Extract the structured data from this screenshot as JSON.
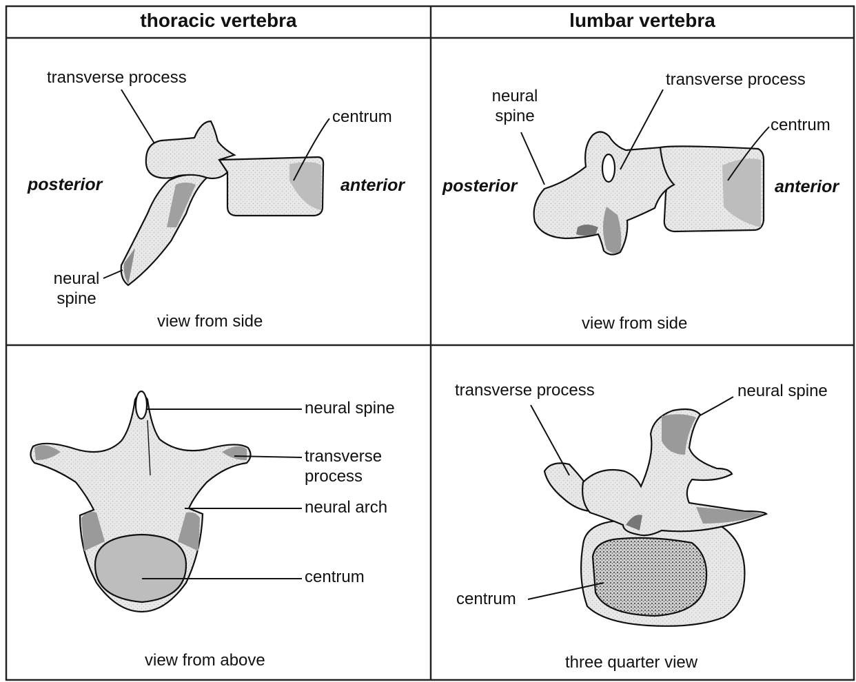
{
  "headers": {
    "thoracic": "thoracic vertebra",
    "lumbar": "lumbar vertebra"
  },
  "thoracic_side": {
    "transverse_process": "transverse process",
    "centrum": "centrum",
    "posterior": "posterior",
    "anterior": "anterior",
    "neural_spine_line1": "neural",
    "neural_spine_line2": "spine",
    "caption": "view from side"
  },
  "lumbar_side": {
    "neural_spine_line1": "neural",
    "neural_spine_line2": "spine",
    "transverse_process": "transverse process",
    "centrum": "centrum",
    "posterior": "posterior",
    "anterior": "anterior",
    "caption": "view from side"
  },
  "thoracic_above": {
    "neural_spine": "neural spine",
    "transverse_process_line1": "transverse",
    "transverse_process_line2": "process",
    "neural_arch": "neural arch",
    "centrum": "centrum",
    "caption": "view from above"
  },
  "lumbar_three_quarter": {
    "transverse_process": "transverse process",
    "neural_spine": "neural spine",
    "centrum": "centrum",
    "caption": "three quarter view"
  },
  "colors": {
    "bone_fill": "#e6e6e6",
    "bone_shade": "#9a9a9a",
    "outline": "#111111",
    "centrum_face": "#bdbdbd"
  }
}
